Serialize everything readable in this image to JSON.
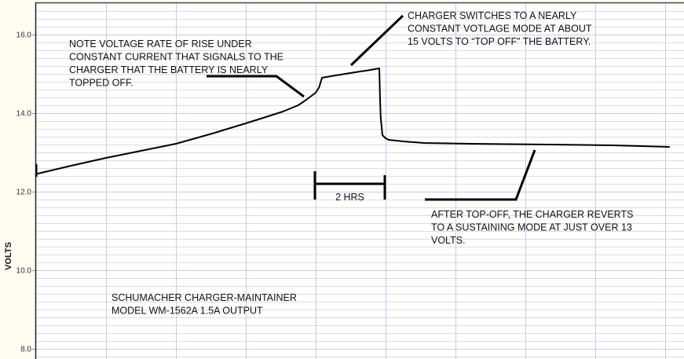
{
  "chart_data": {
    "type": "line",
    "title": "",
    "xlabel": "",
    "ylabel": "VOLTS",
    "x_unit": "hours",
    "xlim": [
      0,
      18.6
    ],
    "ylim": [
      7.8,
      16.8
    ],
    "yticks": [
      8.0,
      10.0,
      12.0,
      14.0,
      16.0
    ],
    "ytick_labels": [
      "8.0",
      "10.0",
      "12.0",
      "14.0",
      "16.0"
    ],
    "y_minor_step": 0.2,
    "x_grid_step_hours": 2,
    "grid": true,
    "legend": "none",
    "series": [
      {
        "name": "Battery voltage",
        "color": "#000000",
        "x": [
          0,
          0.05,
          1,
          2,
          3,
          4,
          5,
          6,
          6.5,
          7.06,
          7.5,
          7.73,
          8.0,
          8.1,
          8.18,
          8.5,
          8.85,
          9.2,
          9.5,
          9.82,
          9.84,
          9.86,
          9.91,
          10.0,
          10.09,
          10.5,
          11.1,
          12.45,
          14.7,
          16.5,
          18.13
        ],
        "y": [
          12.44,
          12.46,
          12.66,
          12.86,
          13.04,
          13.22,
          13.47,
          13.74,
          13.88,
          14.04,
          14.2,
          14.34,
          14.52,
          14.66,
          14.9,
          14.95,
          15.0,
          15.05,
          15.09,
          15.14,
          14.4,
          13.88,
          13.44,
          13.36,
          13.32,
          13.28,
          13.24,
          13.22,
          13.2,
          13.18,
          13.14
        ]
      }
    ],
    "annotations": [
      {
        "id": "rate-of-rise",
        "lines": [
          "NOTE VOLTAGE RATE OF RISE UNDER",
          "CONSTANT CURRENT THAT SIGNALS TO THE",
          "CHARGER THAT THE BATTERY IS NEARLY",
          "TOPPED OFF."
        ],
        "points_to": {
          "x": 7.6,
          "y": 14.42
        }
      },
      {
        "id": "constant-voltage",
        "lines": [
          "CHARGER SWITCHES TO A NEARLY",
          "CONSTANT VOTLAGE MODE AT ABOUT",
          "15 VOLTS TO “TOP OFF” THE BATTERY."
        ],
        "points_to": {
          "x": 9.0,
          "y": 15.0
        }
      },
      {
        "id": "sustaining",
        "lines": [
          "AFTER TOP-OFF, THE CHARGER REVERTS",
          "TO A SUSTAINING MODE AT JUST OVER 13",
          "VOLTS."
        ],
        "points_to": {
          "x": 14.2,
          "y": 13.2
        }
      },
      {
        "id": "model",
        "lines": [
          "SCHUMACHER CHARGER-MAINTAINER",
          "MODEL WM-1562A  1.5A OUTPUT"
        ]
      }
    ],
    "scale_bar": {
      "label": "2 HRS",
      "hours": 2,
      "start_hours": 8.0
    }
  },
  "colors": {
    "background": "#fdfdf2",
    "plot_background": "#ffffff",
    "h_grid": "#dcdcdc",
    "v_grid": "#c8c8f0",
    "axis": "#222222",
    "line": "#000000"
  }
}
